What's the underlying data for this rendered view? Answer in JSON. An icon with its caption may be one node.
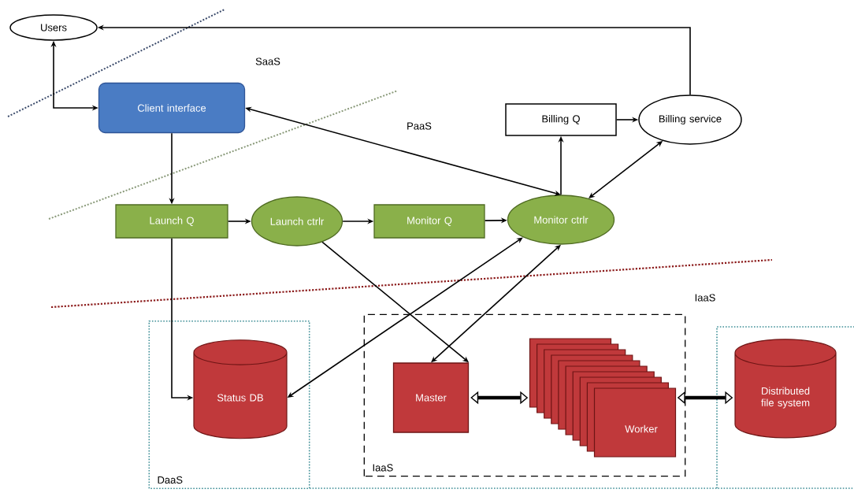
{
  "diagram": {
    "nodes": [
      {
        "text": [
          "Users"
        ]
      },
      {
        "text": [
          "Client interface"
        ]
      },
      {
        "text": [
          "Billing Q"
        ]
      },
      {
        "text": [
          "Billing service"
        ]
      },
      {
        "text": [
          "Launch Q"
        ]
      },
      {
        "text": [
          "Launch ctrlr"
        ]
      },
      {
        "text": [
          "Monitor Q"
        ]
      },
      {
        "text": [
          "Monitor ctrlr"
        ]
      },
      {
        "text": [
          "DaaS"
        ]
      },
      {
        "text": [
          "Status DB"
        ],
        "in": 8
      },
      {
        "text": [
          "IaaS"
        ]
      },
      {
        "text": [
          "Master"
        ],
        "in": 10
      },
      {
        "text": [
          "Worker"
        ],
        "in": 10
      },
      {
        "text": [
          "Distributed file system"
        ]
      }
    ],
    "edges": [
      {
        "from": 3,
        "to": 0,
        "arrow": "to"
      },
      {
        "from": 0,
        "to": 1,
        "arrow": "both"
      },
      {
        "from": 7,
        "to": 1,
        "arrow": "both"
      },
      {
        "from": 1,
        "to": 4,
        "arrow": "to"
      },
      {
        "from": 4,
        "to": 5,
        "arrow": "to"
      },
      {
        "from": 5,
        "to": 6,
        "arrow": "to"
      },
      {
        "from": 6,
        "to": 7,
        "arrow": "to"
      },
      {
        "from": 7,
        "to": 2,
        "arrow": "to"
      },
      {
        "from": 2,
        "to": 3,
        "arrow": "to"
      },
      {
        "from": 7,
        "to": 3,
        "arrow": "both"
      },
      {
        "from": 4,
        "to": 9,
        "arrow": "to"
      },
      {
        "from": 9,
        "to": 7,
        "arrow": "both"
      },
      {
        "from": 5,
        "to": 11,
        "arrow": "to"
      },
      {
        "from": 11,
        "to": 7,
        "arrow": "both"
      },
      {
        "from": 11,
        "to": 12,
        "arrow": "both",
        "style": "thick"
      },
      {
        "from": 12,
        "to": 13,
        "arrow": "both",
        "style": "thick"
      }
    ],
    "labels": [
      "SaaS",
      "PaaS",
      "IaaS"
    ]
  }
}
